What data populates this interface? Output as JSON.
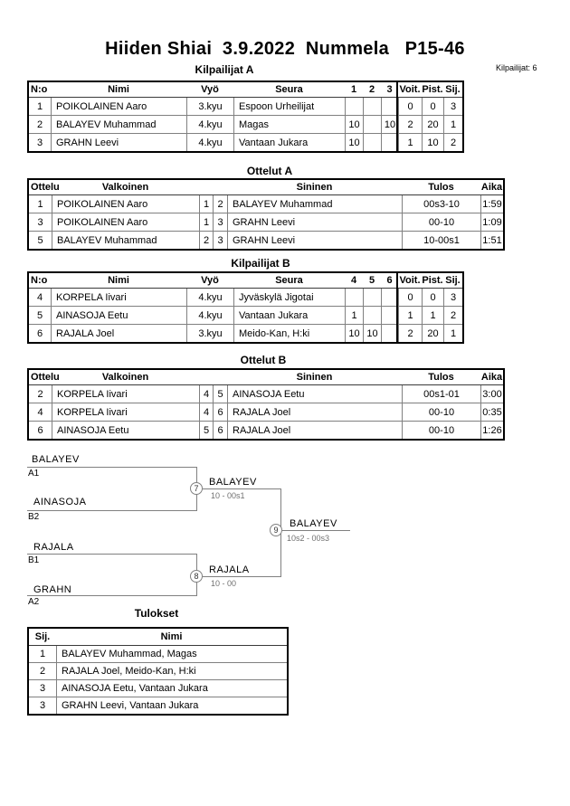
{
  "header": {
    "title": "Hiiden Shiai  3.9.2022  Nummela   P15-46",
    "competitors_count_label": "Kilpailijat: 6"
  },
  "colors": {
    "table_border": "#000000",
    "grid_line": "#808080",
    "bracket_line": "#808080",
    "score_text": "#707070"
  },
  "pool_a": {
    "title": "Kilpailijat A",
    "headers": {
      "no": "N:o",
      "name": "Nimi",
      "belt": "Vyö",
      "club": "Seura",
      "r1": "1",
      "r2": "2",
      "r3": "3",
      "wins": "Voit.",
      "points": "Pist.",
      "place": "Sij."
    },
    "rows": [
      {
        "no": "1",
        "name": "POIKOLAINEN Aaro",
        "belt": "3.kyu",
        "club": "Espoon Urheilijat",
        "r1": "",
        "r2": "",
        "r3": "",
        "wins": "0",
        "points": "0",
        "place": "3"
      },
      {
        "no": "2",
        "name": "BALAYEV Muhammad",
        "belt": "4.kyu",
        "club": "Magas",
        "r1": "10",
        "r2": "",
        "r3": "10",
        "wins": "2",
        "points": "20",
        "place": "1"
      },
      {
        "no": "3",
        "name": "GRAHN Leevi",
        "belt": "4.kyu",
        "club": "Vantaan Jukara",
        "r1": "10",
        "r2": "",
        "r3": "",
        "wins": "1",
        "points": "10",
        "place": "2"
      }
    ]
  },
  "matches_a": {
    "title": "Ottelut A",
    "headers": {
      "match": "Ottelu",
      "white": "Valkoinen",
      "blue": "Sininen",
      "result": "Tulos",
      "time": "Aika"
    },
    "rows": [
      {
        "match": "1",
        "white": "POIKOLAINEN Aaro",
        "white_no": "1",
        "blue_no": "2",
        "blue": "BALAYEV Muhammad",
        "result": "00s3-10",
        "time": "1:59"
      },
      {
        "match": "3",
        "white": "POIKOLAINEN Aaro",
        "white_no": "1",
        "blue_no": "3",
        "blue": "GRAHN Leevi",
        "result": "00-10",
        "time": "1:09"
      },
      {
        "match": "5",
        "white": "BALAYEV Muhammad",
        "white_no": "2",
        "blue_no": "3",
        "blue": "GRAHN Leevi",
        "result": "10-00s1",
        "time": "1:51"
      }
    ]
  },
  "pool_b": {
    "title": "Kilpailijat B",
    "headers": {
      "no": "N:o",
      "name": "Nimi",
      "belt": "Vyö",
      "club": "Seura",
      "r1": "4",
      "r2": "5",
      "r3": "6",
      "wins": "Voit.",
      "points": "Pist.",
      "place": "Sij."
    },
    "rows": [
      {
        "no": "4",
        "name": "KORPELA Iivari",
        "belt": "4.kyu",
        "club": "Jyväskylä Jigotai",
        "r1": "",
        "r2": "",
        "r3": "",
        "wins": "0",
        "points": "0",
        "place": "3"
      },
      {
        "no": "5",
        "name": "AINASOJA Eetu",
        "belt": "4.kyu",
        "club": "Vantaan Jukara",
        "r1": "1",
        "r2": "",
        "r3": "",
        "wins": "1",
        "points": "1",
        "place": "2"
      },
      {
        "no": "6",
        "name": "RAJALA Joel",
        "belt": "3.kyu",
        "club": "Meido-Kan, H:ki",
        "r1": "10",
        "r2": "10",
        "r3": "",
        "wins": "2",
        "points": "20",
        "place": "1"
      }
    ]
  },
  "matches_b": {
    "title": "Ottelut B",
    "headers": {
      "match": "Ottelu",
      "white": "Valkoinen",
      "blue": "Sininen",
      "result": "Tulos",
      "time": "Aika"
    },
    "rows": [
      {
        "match": "2",
        "white": "KORPELA Iivari",
        "white_no": "4",
        "blue_no": "5",
        "blue": "AINASOJA Eetu",
        "result": "00s1-01",
        "time": "3:00"
      },
      {
        "match": "4",
        "white": "KORPELA Iivari",
        "white_no": "4",
        "blue_no": "6",
        "blue": "RAJALA Joel",
        "result": "00-10",
        "time": "0:35"
      },
      {
        "match": "6",
        "white": "AINASOJA Eetu",
        "white_no": "5",
        "blue_no": "6",
        "blue": "RAJALA Joel",
        "result": "00-10",
        "time": "1:26"
      }
    ]
  },
  "bracket": {
    "entries": [
      {
        "name": "BALAYEV",
        "seed": "A1"
      },
      {
        "name": "AINASOJA",
        "seed": "B2"
      },
      {
        "name": "RAJALA",
        "seed": "B1"
      },
      {
        "name": "GRAHN",
        "seed": "A2"
      }
    ],
    "semi1": {
      "number": "7",
      "winner": "BALAYEV",
      "score": "10 - 00s1"
    },
    "semi2": {
      "number": "8",
      "winner": "RAJALA",
      "score": "10 - 00"
    },
    "final": {
      "number": "9",
      "winner": "BALAYEV",
      "score": "10s2 - 00s3"
    }
  },
  "results": {
    "title": "Tulokset",
    "headers": {
      "place": "Sij.",
      "name": "Nimi"
    },
    "rows": [
      {
        "place": "1",
        "name": "BALAYEV Muhammad, Magas"
      },
      {
        "place": "2",
        "name": "RAJALA Joel, Meido-Kan, H:ki"
      },
      {
        "place": "3",
        "name": "AINASOJA Eetu, Vantaan Jukara"
      },
      {
        "place": "3",
        "name": "GRAHN Leevi, Vantaan Jukara"
      }
    ]
  }
}
